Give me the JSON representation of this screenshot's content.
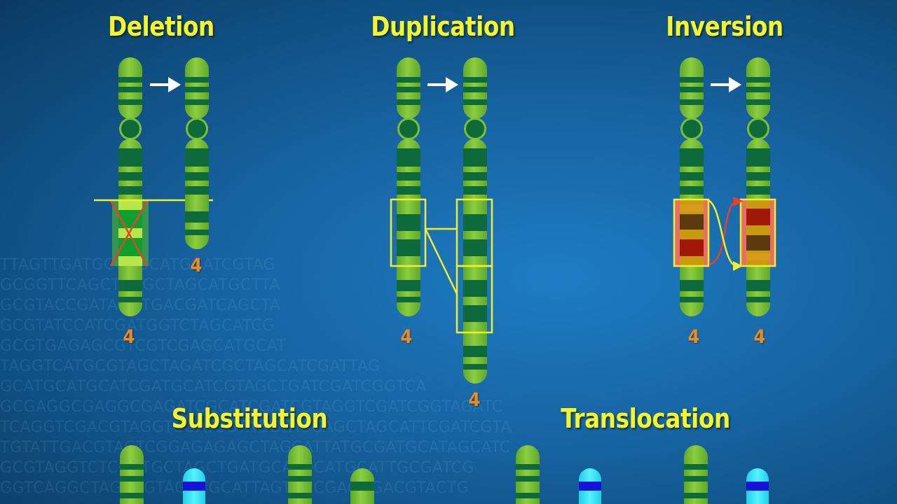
{
  "titles": {
    "deletion": "Deletion",
    "duplication": "Duplication",
    "inversion": "Inversion",
    "substitution": "Substitution",
    "translocation": "Translocation"
  },
  "chromosome_labels": {
    "deletion_original": "4",
    "deletion_result": "4",
    "duplication_original": "4",
    "duplication_result": "4",
    "inversion_original": "4",
    "inversion_result": "4"
  },
  "background_sequence": [
    "TTAGTTGATGCGTGCATGCATCGTAG",
    "GCGGTTCAGCTAGGCTAGCATGCTTA",
    "GCGTACCGATAGCTGACGATCAGCTA",
    "GCGTATCCATCGATGGTCTAGCATCG",
    "GCGTGAGAGCGTCGTCGAGCATGCAT",
    "TAGGTCATGCGTAGCTAGATCGCTAGCATCGATTAG",
    "GCATGCATGCATCGATGCATCGTAGCTGATCGATCGGTCA",
    "GCGAGGCGAGGCGAGATCGCATCGATCGTAGGTCGATCGGTAGATC",
    "TCAGGTCGACGTAGGTCGATCGTAGCTAGCAGCTAGCATTCGATCGTA",
    "TGTATTGACGTAGTCGGAGAGAGCTAGCATTATGCGATGCATAGCATC",
    "GCGTAGGTCTCCGTGCTAGCTGATGCATGCATGCATTGCGATCG",
    "GGTCAGGCTAGCAGTAGGTGCATTAGTAGCGACGGACGTACTG"
  ],
  "colors": {
    "chromosome_light": "#7cbf36",
    "chromosome_band": "#0e6a3a",
    "highlight_box": "#f2ee2a",
    "deletion_x": "#e8402a",
    "arrow": "#ffffff",
    "inversion_fill": "#ff6f60",
    "substitution_band": "#1414d8",
    "substitution_body": "#38e6f5"
  },
  "icons": [
    "right-arrow-icon",
    "cross-out-icon",
    "curved-arrow-icon"
  ]
}
